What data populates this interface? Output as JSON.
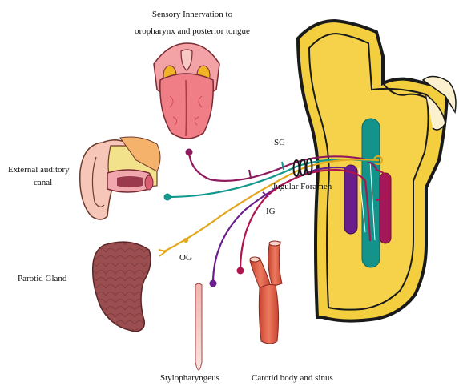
{
  "labels": {
    "sensory_line1": "Sensory Innervation to",
    "sensory_line2": "oropharynx and posterior tongue",
    "external_line1": "External auditory",
    "external_line2": "canal",
    "parotid": "Parotid Gland",
    "og": "OG",
    "sg": "SG",
    "ig": "IG",
    "jugular": "Jugular Foramen",
    "stylopharyngeus": "Stylopharyngeus",
    "carotid": "Carotid body and sinus"
  },
  "nerve_colors": {
    "tongue": "#8e1a5e",
    "ear": "#12988c",
    "parotid": "#e3a71c",
    "stylo": "#6a1e8c",
    "carotid": "#b0144f"
  },
  "colors": {
    "skull_fill": "#f3cf3f",
    "skull_outline": "#1a1a1a",
    "tongue_pink": "#f07e86",
    "tongue_dark": "#d04b5a",
    "parotid_fill": "#9a4e4f",
    "artery": "#e2644f"
  }
}
